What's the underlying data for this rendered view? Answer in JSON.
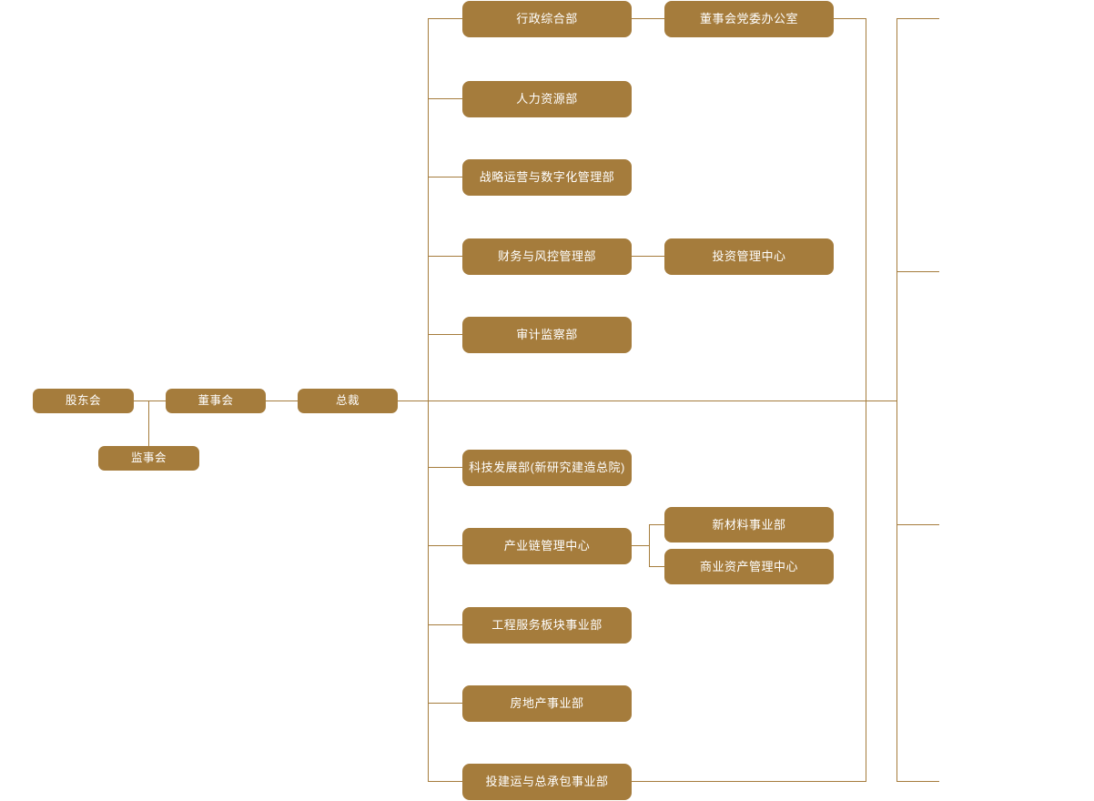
{
  "diagram": {
    "type": "org-chart",
    "title": "",
    "accent_color": "#a57c3c",
    "node_fill": "#a57c3c",
    "node_text_color": "#ffffff",
    "background": "#ffffff",
    "connector_color": "#a57c3c"
  },
  "governance": {
    "shareholders": "股东会",
    "board": "董事会",
    "supervisors": "监事会",
    "president": "总裁"
  },
  "functional_departments": [
    {
      "label": "行政综合部"
    },
    {
      "label": "人力资源部"
    },
    {
      "label": "战略运营与数字化管理部"
    },
    {
      "label": "财务与风控管理部"
    },
    {
      "label": "审计监察部"
    }
  ],
  "business_units": [
    {
      "label": "科技发展部(新研究建造总院)"
    },
    {
      "label": "产业链管理中心"
    },
    {
      "label": "工程服务板块事业部"
    },
    {
      "label": "房地产事业部"
    },
    {
      "label": "投建运与总承包事业部"
    }
  ],
  "sub_units": {
    "board_party_office": "董事会党委办公室",
    "investment_center": "投资管理中心",
    "new_materials": "新材料事业部",
    "commercial_assets": "商业资产管理中心"
  }
}
